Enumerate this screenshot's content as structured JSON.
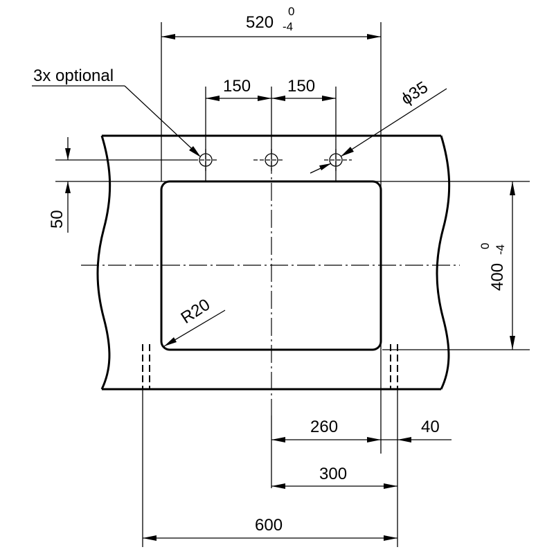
{
  "labels": {
    "width_main": "520",
    "width_tol_upper": "0",
    "width_tol_lower": "-4",
    "height_main": "400",
    "height_tol_upper": "0",
    "height_tol_lower": "-4",
    "hole_spacing_left": "150",
    "hole_spacing_right": "150",
    "hole_diameter": "ϕ35",
    "optional_note": "3x optional",
    "hole_offset": "50",
    "corner_radius": "R20",
    "dim_260": "260",
    "dim_40": "40",
    "dim_300": "300",
    "dim_600": "600"
  }
}
